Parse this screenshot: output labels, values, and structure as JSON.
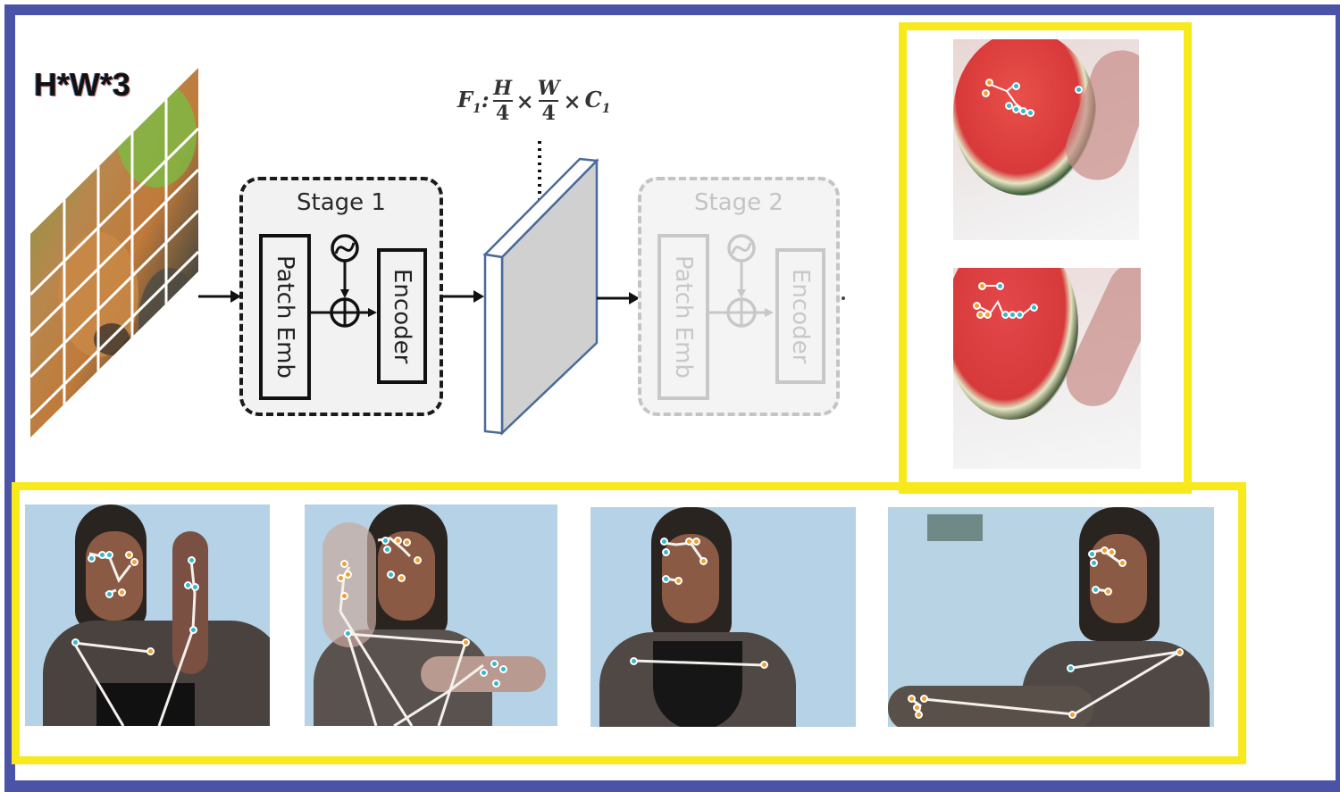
{
  "input": {
    "label": "H*W*3"
  },
  "stage1": {
    "title": "Stage 1",
    "patch_emb": "Patch Emb",
    "encoder": "Encoder"
  },
  "feature_map": {
    "prefix": "F",
    "prefix_sub": "1",
    "h_num": "H",
    "h_den": "4",
    "times": "×",
    "w_num": "W",
    "w_den": "4",
    "c": "C",
    "c_sub": "1"
  },
  "stage2": {
    "title": "Stage 2",
    "patch_emb": "Patch Emb",
    "encoder": "Encoder"
  },
  "colors": {
    "frame": "#4a53a6",
    "highlight_box": "#f7e91c",
    "keypoint_cyan": "#34b8cc",
    "keypoint_orange": "#f0a030",
    "feature_map_fill": "#d0d0d0",
    "feature_map_edge": "#4a6a9a"
  },
  "panels": {
    "right": {
      "images": [
        {
          "subject": "watermelon slice held in hand with keypoints",
          "index": 1
        },
        {
          "subject": "watermelon slice held in hand with keypoints",
          "index": 2
        }
      ]
    },
    "bottom": {
      "images": [
        {
          "subject": "woman pose with skeleton keypoints",
          "index": 1
        },
        {
          "subject": "woman pose with skeleton keypoints",
          "index": 2
        },
        {
          "subject": "woman pose with skeleton keypoints",
          "index": 3
        },
        {
          "subject": "woman pose with skeleton keypoints",
          "index": 4
        }
      ]
    }
  }
}
